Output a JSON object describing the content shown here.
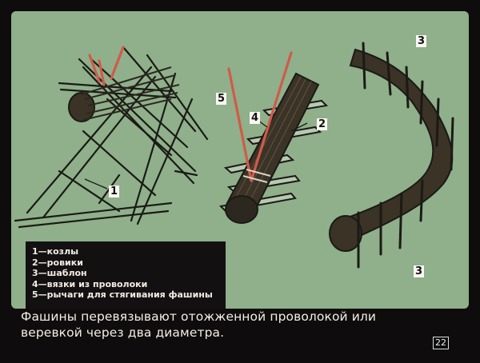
{
  "labels": {
    "l1": "1",
    "l2": "2",
    "l3_top": "3",
    "l3_bottom": "3",
    "l4": "4",
    "l5": "5"
  },
  "legend": [
    "1—козлы",
    "2—ровики",
    "3—шаблон",
    "4—вязки из проволоки",
    "5—рычаги для стягивания фашины"
  ],
  "caption": {
    "line1": "Фашины перевязывают отожженной проволокой или",
    "line2": "веревкой через два диаметра."
  },
  "page_number": "22",
  "colors": {
    "background": "#0e0c0c",
    "panel": "#8fb08a",
    "ink": "#1b1a16",
    "fascine": "#3a3326",
    "lever": "#d25a4a"
  }
}
